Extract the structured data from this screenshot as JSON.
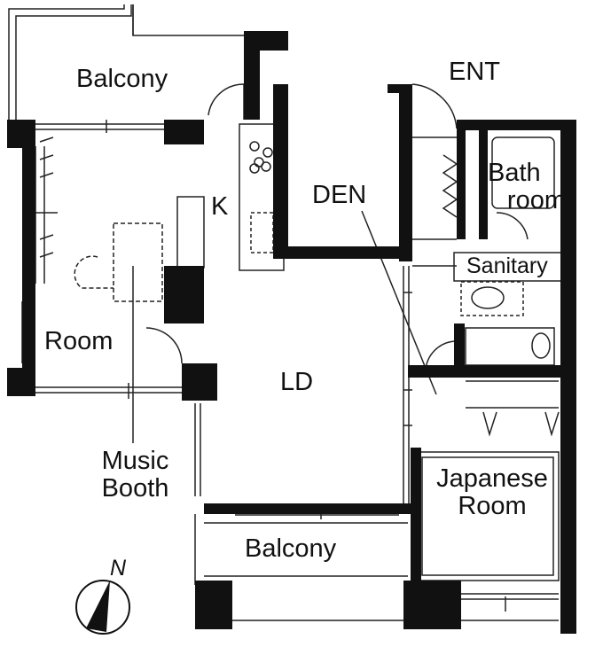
{
  "plan": {
    "labels": {
      "balcony_top": "Balcony",
      "entrance": "ENT",
      "kitchen": "K",
      "den": "DEN",
      "bath_line1": "Bath",
      "bath_line2": "room",
      "sanitary": "Sanitary",
      "room": "Room",
      "ld": "LD",
      "music_line1": "Music",
      "music_line2": "Booth",
      "japanese_line1": "Japanese",
      "japanese_line2": "Room",
      "balcony_bottom": "Balcony",
      "north": "N"
    },
    "colors": {
      "wall": "#111111",
      "line": "#222222"
    }
  }
}
